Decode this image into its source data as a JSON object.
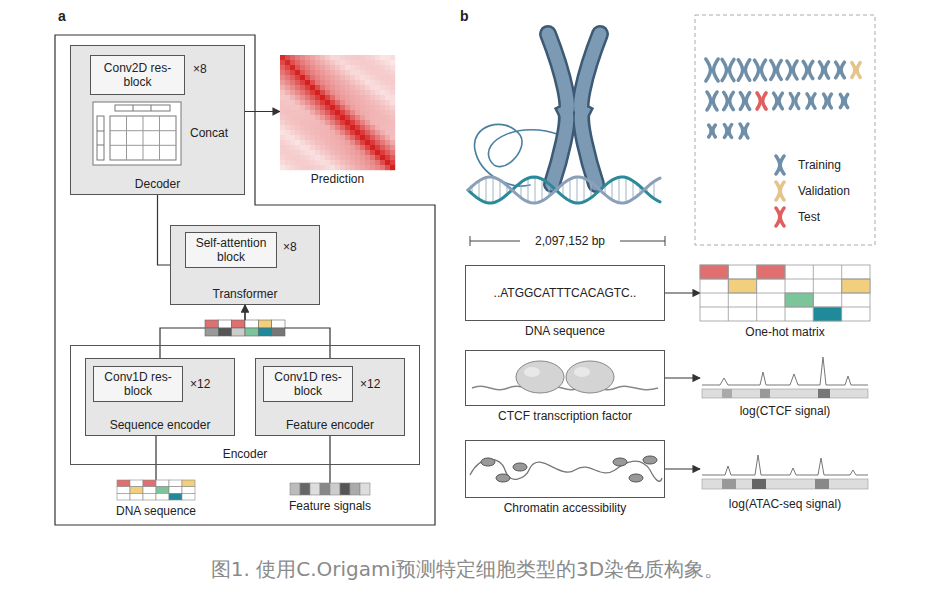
{
  "diagram": {
    "caption": "图1. 使用C.Origami预测特定细胞类型的3D染色质构象。",
    "nodes": [
      {
        "text": [
          "Decoder"
        ]
      },
      {
        "text": [
          "Conv2D res-block"
        ],
        "in": 0
      },
      {
        "text": [
          "Prediction"
        ]
      },
      {
        "text": [
          "Transformer"
        ]
      },
      {
        "text": [
          "Self-attention block"
        ],
        "in": 3
      },
      {
        "text": [
          "Encoder"
        ]
      },
      {
        "text": [
          "Sequence encoder"
        ],
        "in": 5
      },
      {
        "text": [
          "Conv1D res-block"
        ],
        "in": 6
      },
      {
        "text": [
          "Feature encoder"
        ],
        "in": 5
      },
      {
        "text": [
          "Conv1D res-block"
        ],
        "in": 8
      },
      {
        "text": [
          "DNA sequence"
        ]
      },
      {
        "text": [
          "Feature signals"
        ]
      },
      {
        "text": [
          "..ATGGCATTTCACAGTC..",
          "DNA sequence"
        ]
      },
      {
        "text": [
          "One-hot matrix"
        ]
      },
      {
        "text": [
          "CTCF transcription factor"
        ]
      },
      {
        "text": [
          "log(CTCF signal)"
        ]
      },
      {
        "text": [
          "Chromatin accessibility"
        ]
      },
      {
        "text": [
          "log(ATAC-seq signal)"
        ]
      }
    ],
    "edges": [
      {
        "from": 10,
        "to": 6,
        "arrow": "none"
      },
      {
        "from": 11,
        "to": 8,
        "arrow": "none"
      },
      {
        "from": 6,
        "to": 3,
        "arrow": "to"
      },
      {
        "from": 8,
        "to": 3,
        "arrow": "to"
      },
      {
        "from": 3,
        "to": 0,
        "arrow": "none"
      },
      {
        "from": 0,
        "to": 2,
        "arrow": "to"
      },
      {
        "from": 12,
        "to": 13,
        "arrow": "to"
      },
      {
        "from": 14,
        "to": 15,
        "arrow": "to"
      },
      {
        "from": 16,
        "to": 17,
        "arrow": "to"
      }
    ],
    "labels": [
      "a",
      "b",
      "×8",
      "Concat",
      "×8",
      "×12",
      "×12",
      "2,097,152 bp"
    ],
    "legend": [
      {
        "text": "Training",
        "color": "#6f8ea8"
      },
      {
        "text": "Validation",
        "color": "#e3c48a"
      },
      {
        "text": "Test",
        "color": "#e06060"
      }
    ]
  }
}
